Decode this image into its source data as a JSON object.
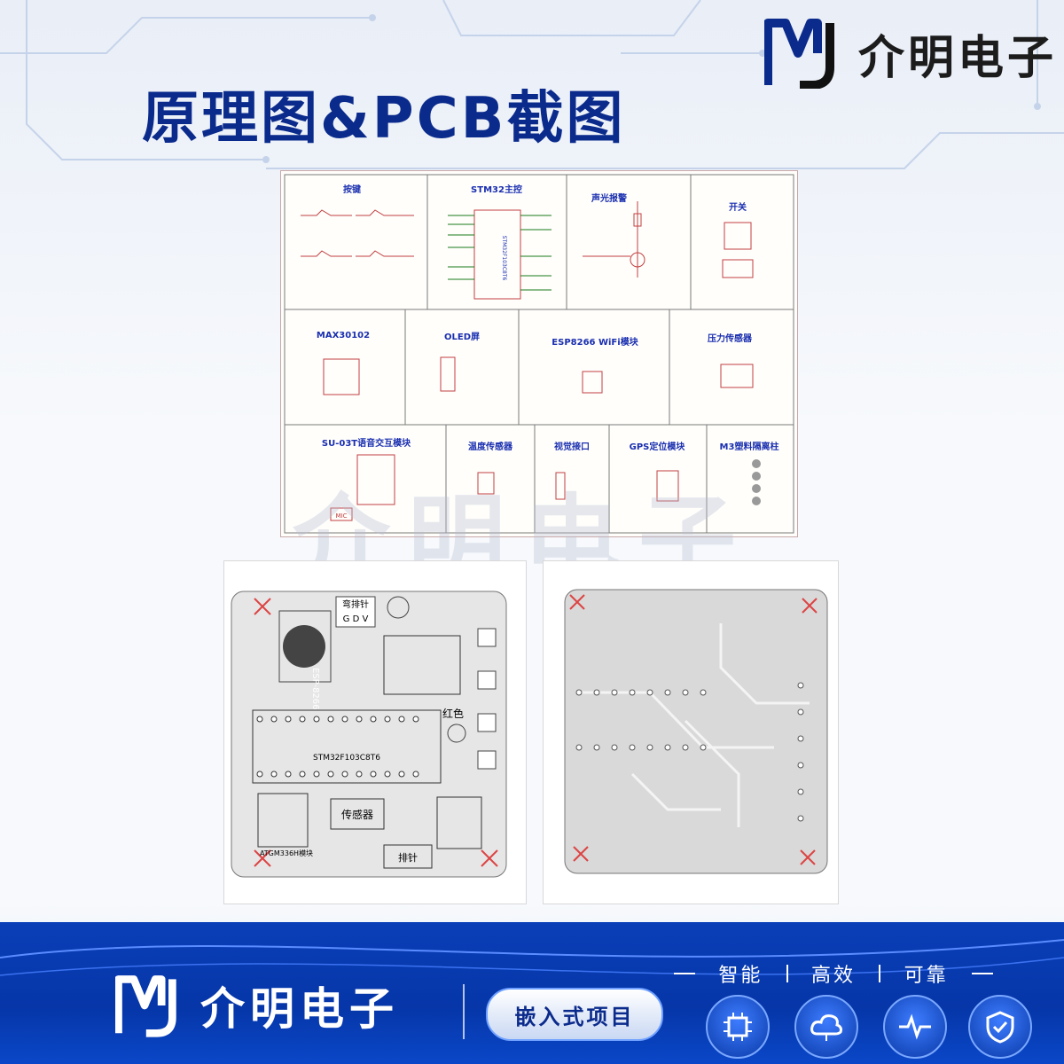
{
  "header": {
    "title": "原理图&PCB截图",
    "brand": "介明电子"
  },
  "schematic": {
    "blocks": [
      {
        "id": "keys",
        "label": "按键"
      },
      {
        "id": "mcu",
        "label": "STM32主控"
      },
      {
        "id": "alarm",
        "label": "声光报警"
      },
      {
        "id": "switch",
        "label": "开关"
      },
      {
        "id": "max",
        "label": "MAX30102"
      },
      {
        "id": "oled",
        "label": "OLED屏"
      },
      {
        "id": "wifi",
        "label": "ESP8266 WiFi模块"
      },
      {
        "id": "pressure",
        "label": "压力传感器"
      },
      {
        "id": "voice",
        "label": "SU-03T语音交互模块"
      },
      {
        "id": "temp",
        "label": "温度传感器"
      },
      {
        "id": "vision",
        "label": "视觉接口"
      },
      {
        "id": "gps",
        "label": "GPS定位模块"
      },
      {
        "id": "posts",
        "label": "M3塑料隔离柱"
      }
    ],
    "mcu_chip": "STM32F103C8T6",
    "mic_label": "MIC"
  },
  "pcb_top": {
    "labels": {
      "header": "弯排针",
      "gdv": "G D V",
      "red": "红色",
      "mcu": "STM32F103C8T6",
      "sensor": "传感器",
      "header2": "排针",
      "gps": "ATGM336H模块",
      "wifi": "ESP-8266"
    }
  },
  "watermark": "介明电子",
  "footer": {
    "brand": "介明电子",
    "badge": "嵌入式项目",
    "tags": [
      "智能",
      "高效",
      "可靠"
    ],
    "icons": [
      "chip-icon",
      "cloud-icon",
      "pulse-icon",
      "shield-icon"
    ]
  },
  "colors": {
    "brand_blue": "#0b2b8c",
    "footer_blue": "#0636a8",
    "schematic_text": "#1a2fb0",
    "schematic_red": "#c04040"
  }
}
